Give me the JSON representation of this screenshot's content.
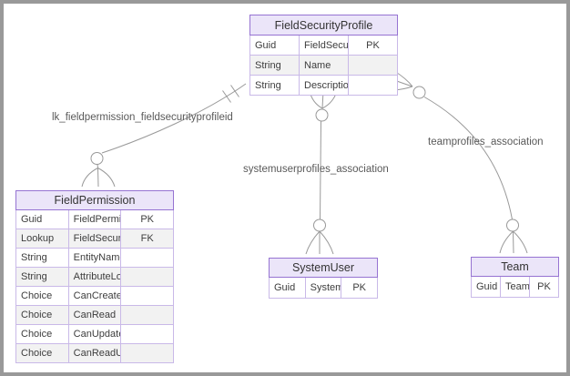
{
  "entities": {
    "field_security_profile": {
      "title": "FieldSecurityProfile",
      "rows": [
        {
          "type": "Guid",
          "name": "FieldSecurityProfileId",
          "key": "PK"
        },
        {
          "type": "String",
          "name": "Name",
          "key": ""
        },
        {
          "type": "String",
          "name": "Description",
          "key": ""
        }
      ]
    },
    "field_permission": {
      "title": "FieldPermission",
      "rows": [
        {
          "type": "Guid",
          "name": "FieldPermissionId",
          "key": "PK"
        },
        {
          "type": "Lookup",
          "name": "FieldSecurityProfileId",
          "key": "FK"
        },
        {
          "type": "String",
          "name": "EntityName",
          "key": ""
        },
        {
          "type": "String",
          "name": "AttributeLogicalName",
          "key": ""
        },
        {
          "type": "Choice",
          "name": "CanCreate",
          "key": ""
        },
        {
          "type": "Choice",
          "name": "CanRead",
          "key": ""
        },
        {
          "type": "Choice",
          "name": "CanUpdate",
          "key": ""
        },
        {
          "type": "Choice",
          "name": "CanReadUnmasked",
          "key": ""
        }
      ]
    },
    "system_user": {
      "title": "SystemUser",
      "rows": [
        {
          "type": "Guid",
          "name": "SystemUserId",
          "key": "PK"
        }
      ]
    },
    "team": {
      "title": "Team",
      "rows": [
        {
          "type": "Guid",
          "name": "TeamID",
          "key": "PK"
        }
      ]
    }
  },
  "relationships": [
    {
      "label": "lk_fieldpermission_fieldsecurityprofileid",
      "from": "FieldSecurityProfile",
      "to": "FieldPermission",
      "from_cardinality": "exactly-one",
      "to_cardinality": "zero-or-many"
    },
    {
      "label": "systemuserprofiles_association",
      "from": "FieldSecurityProfile",
      "to": "SystemUser",
      "from_cardinality": "zero-or-many",
      "to_cardinality": "zero-or-many"
    },
    {
      "label": "teamprofiles_association",
      "from": "FieldSecurityProfile",
      "to": "Team",
      "from_cardinality": "zero-or-many",
      "to_cardinality": "zero-or-many"
    }
  ],
  "colors": {
    "table_border": "#9673d2",
    "cell_border": "#c9b9e8",
    "header_bg": "#ebe5f9",
    "row_alt_bg": "#f2f2f2",
    "table_text": "#3d3d3d",
    "label_text": "#595959",
    "connector_line": "#999999",
    "frame_border": "#999999",
    "canvas_bg": "#ffffff"
  }
}
